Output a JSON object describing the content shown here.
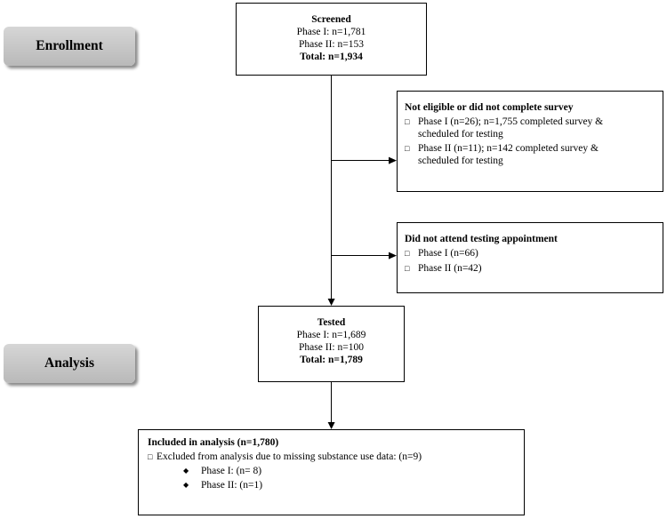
{
  "stages": {
    "enrollment": "Enrollment",
    "analysis": "Analysis"
  },
  "screened": {
    "title": "Screened",
    "phase1": "Phase I: n=1,781",
    "phase2": "Phase II: n=153",
    "total": "Total: n=1,934"
  },
  "not_eligible": {
    "title": "Not eligible or did not complete survey",
    "items": [
      {
        "line1": "Phase I (n=26); n=1,755 completed survey &",
        "line2": "scheduled for testing"
      },
      {
        "line1": "Phase II (n=11); n=142 completed survey &",
        "line2": "scheduled for testing"
      }
    ]
  },
  "did_not_attend": {
    "title": "Did not attend testing appointment",
    "items": [
      "Phase I (n=66)",
      "Phase II (n=42)"
    ]
  },
  "tested": {
    "title": "Tested",
    "phase1": "Phase I: n=1,689",
    "phase2": "Phase II: n=100",
    "total": "Total: n=1,789"
  },
  "included": {
    "title": "Included in analysis (n=1,780)",
    "excluded": "Excluded from analysis due to missing substance use data: (n=9)",
    "sub_items": [
      "Phase I: (n= 8)",
      "Phase II: (n=1)"
    ]
  },
  "icons": {
    "checkbox_bullet": "□",
    "diamond_bullet": "◆"
  }
}
